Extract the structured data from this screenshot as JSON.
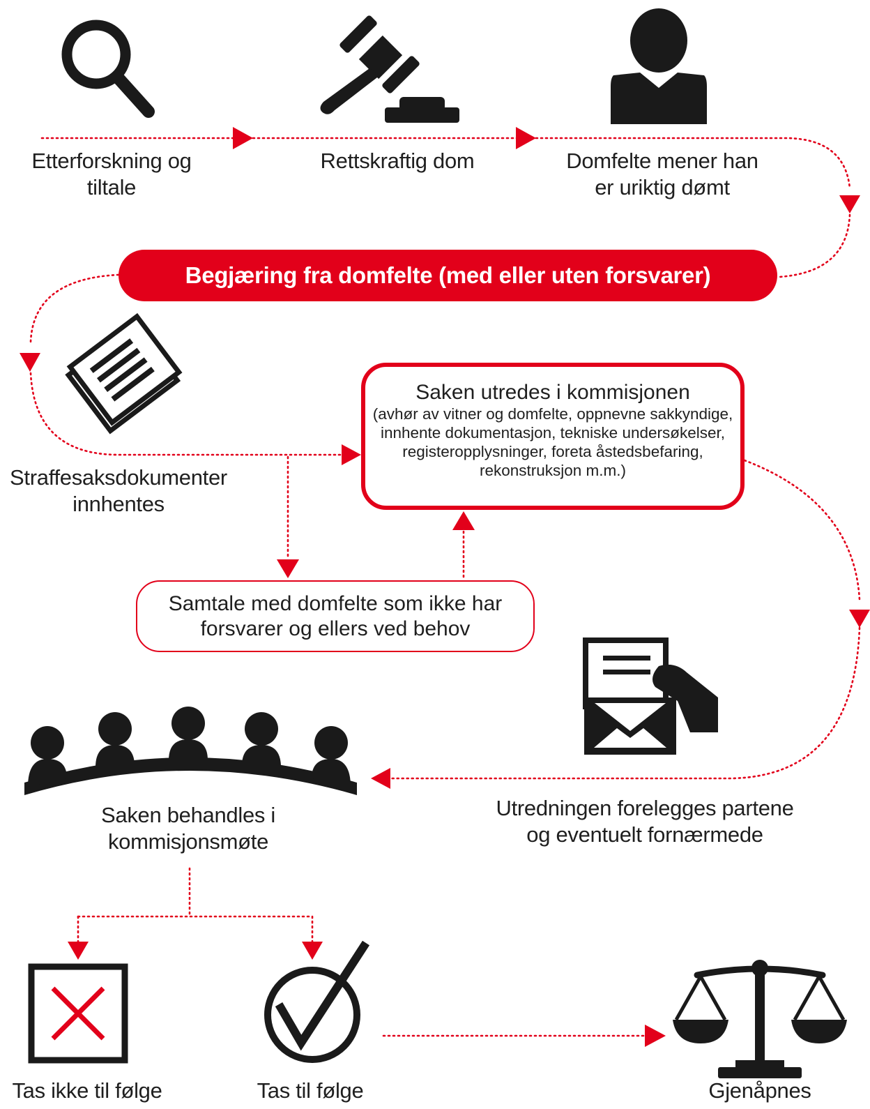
{
  "steps": {
    "investigation": "Etterforskning og tiltale",
    "verdict": "Rettskraftig dom",
    "convicted_claims": "Domfelte mener han er uriktig dømt"
  },
  "banner": "Begjæring fra domfelte  (med eller uten forsvarer)",
  "documents": "Straffesaksdokumenter innhentes",
  "commission_box": {
    "title": "Saken utredes i kommisjonen",
    "details": "(avhør av vitner og domfelte, oppnevne sakkyndige, innhente dokumentasjon, tekniske undersøkelser, registeropplysninger, foreta åstedsbefaring, rekonstruksjon m.m.)"
  },
  "conversation_box": "Samtale med domfelte som ikke har forsvarer og ellers ved behov",
  "presented": "Utredningen forelegges partene og eventuelt fornærmede",
  "meeting": "Saken behandles i kommisjonsmøte",
  "outcomes": {
    "rejected": "Tas ikke til følge",
    "accepted": "Tas til følge",
    "reopened": "Gjenåpnes"
  },
  "colors": {
    "accent": "#e2001a",
    "icon": "#1a1a1a"
  },
  "icons": [
    "magnifier-icon",
    "gavel-icon",
    "person-icon",
    "documents-icon",
    "letter-icon",
    "audience-icon",
    "rejected-box-icon",
    "check-circle-icon",
    "scales-icon"
  ]
}
